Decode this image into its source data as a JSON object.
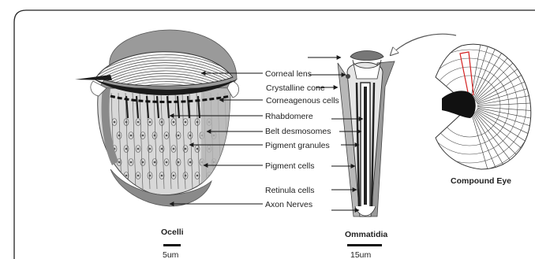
{
  "labels": {
    "corneal_lens": "Corneal lens",
    "crystalline_cone": "Crystalline cone",
    "corneagenous_cells": "Corneagenous cells",
    "rhabdomere": "Rhabdomere",
    "belt_desmosomes": "Belt desmosomes",
    "pigment_granules": "Pigment granules",
    "pigment_cells": "Pigment cells",
    "retinula_cells": "Retinula cells",
    "axon_nerves": "Axon Nerves"
  },
  "captions": {
    "ocelli": "Ocelli",
    "ommatidia": "Ommatidia",
    "compound_eye": "Compound Eye"
  },
  "scale_bars": {
    "ocelli": "5um",
    "ommatidia": "15um"
  },
  "colors": {
    "outline": "#1a1a1a",
    "light_gray": "#c8c8c8",
    "mid_gray": "#9a9a9a",
    "dark_gray": "#707070",
    "highlight_red": "#d42020"
  }
}
